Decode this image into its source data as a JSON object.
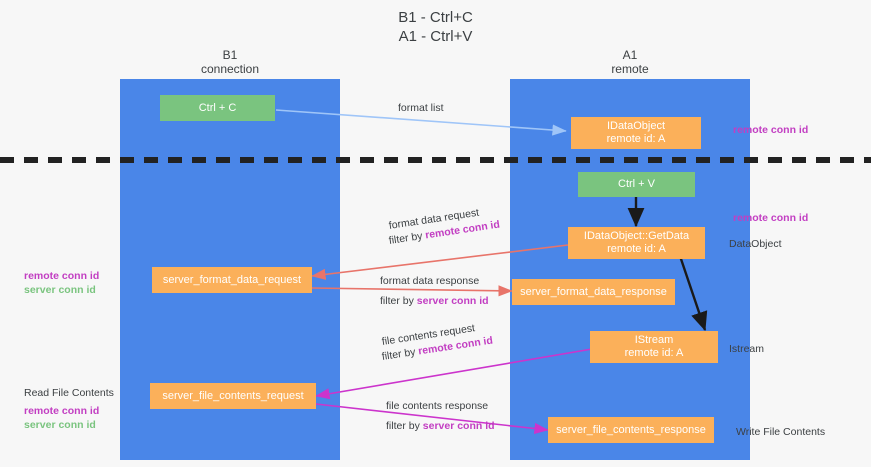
{
  "title": "B1 - Ctrl+C\nA1 - Ctrl+V",
  "lanes": [
    {
      "name": "b1",
      "header": "B1\nconnection"
    },
    {
      "name": "a1",
      "header": "A1\nremote"
    }
  ],
  "boxes": {
    "ctrl_c": "Ctrl + C",
    "ctrl_v": "Ctrl + V",
    "idataobject": "IDataObject\nremote id: A",
    "idataobject_getdata": "IDataObject::GetData\nremote id: A",
    "server_format_data_request": "server_format_data_request",
    "server_format_data_response": "server_format_data_response",
    "istream": "IStream\nremote id: A",
    "server_file_contents_request": "server_file_contents_request",
    "server_file_contents_response": "server_file_contents_response"
  },
  "edges": {
    "format_list": "format list",
    "format_data_request": "format data request",
    "format_data_request_filter_prefix": "filter by ",
    "format_data_request_filter_key": "remote conn id",
    "format_data_response": "format data response",
    "format_data_response_filter_prefix": "filter by ",
    "format_data_response_filter_key": "server conn id",
    "file_contents_request": "file contents request",
    "file_contents_request_filter_prefix": "filter by ",
    "file_contents_request_filter_key": "remote conn id",
    "file_contents_response": "file contents response",
    "file_contents_response_filter_prefix": "filter by ",
    "file_contents_response_filter_key": "server conn id"
  },
  "annotations": {
    "right_remote_conn_id_top": "remote conn id",
    "right_remote_conn_id_mid": "remote conn id",
    "right_dataobject": "DataObject",
    "right_istream": "Istream",
    "right_write_file_contents": "Write File Contents",
    "left_remote_conn_id": "remote conn id",
    "left_server_conn_id": "server conn id",
    "left_read_file_contents": "Read File Contents",
    "left_remote_conn_id_2": "remote conn id",
    "left_server_conn_id_2": "server conn id"
  },
  "colors": {
    "lane": "#4a86e8",
    "green": "#7ac47f",
    "orange": "#fbb05a",
    "conn_purple": "#c23ec2",
    "conn_green": "#7ac47f",
    "arrow_blue": "#9fc5f8",
    "arrow_red": "#e8746a",
    "arrow_magenta": "#cc34cc",
    "arrow_black": "#1a1a1a",
    "divider": "#222222"
  }
}
